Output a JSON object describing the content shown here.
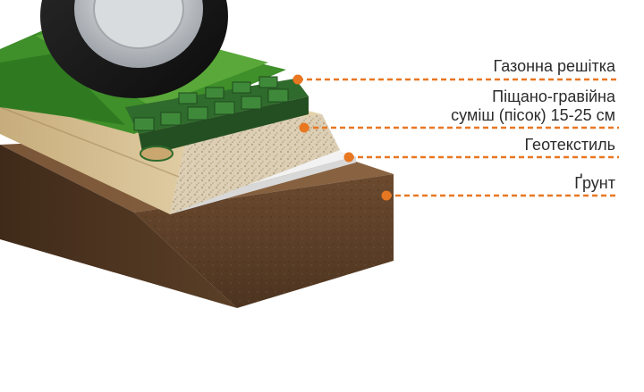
{
  "layers": [
    {
      "label": "Газонна решітка"
    },
    {
      "label_lines": [
        "Піщано-гравійна",
        "суміш (пісок) 15-25 см"
      ]
    },
    {
      "label": "Геотекстиль"
    },
    {
      "label": "Ґрунт"
    }
  ],
  "colors": {
    "accent": "#e87722",
    "soil": "#6a4a30",
    "geotextile": "#eeeeee",
    "sand": "#d6c29a",
    "gravel": "#d9cbb0",
    "grass": "#3f8f2a",
    "grid": "#2f6b2c",
    "tire": "#1c1c1c",
    "rim": "#c9ccd0"
  },
  "icons": [
    "tire-wheel-icon",
    "lawn-grid-icon"
  ]
}
